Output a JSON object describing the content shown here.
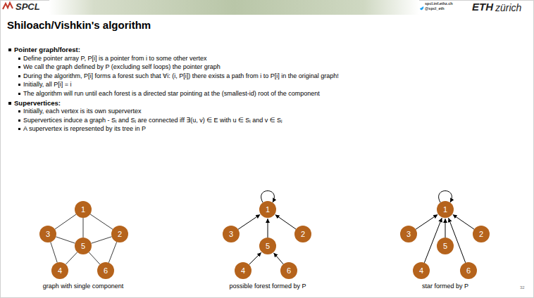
{
  "diagram": {
    "title": "Shiloach/Vishkin's algorithm",
    "nodes": [
      {
        "text": [
          "1"
        ]
      },
      {
        "text": [
          "3"
        ]
      },
      {
        "text": [
          "2"
        ]
      },
      {
        "text": [
          "5"
        ]
      },
      {
        "text": [
          "4"
        ]
      },
      {
        "text": [
          "6"
        ]
      },
      {
        "text": [
          "1"
        ]
      },
      {
        "text": [
          "3"
        ]
      },
      {
        "text": [
          "2"
        ]
      },
      {
        "text": [
          "5"
        ]
      },
      {
        "text": [
          "4"
        ]
      },
      {
        "text": [
          "6"
        ]
      },
      {
        "text": [
          "1"
        ]
      },
      {
        "text": [
          "3"
        ]
      },
      {
        "text": [
          "2"
        ]
      },
      {
        "text": [
          "5"
        ]
      },
      {
        "text": [
          "4"
        ]
      },
      {
        "text": [
          "6"
        ]
      }
    ],
    "edges": [
      {
        "from": 0,
        "to": 1,
        "arrow": "none"
      },
      {
        "from": 0,
        "to": 2,
        "arrow": "none"
      },
      {
        "from": 0,
        "to": 3,
        "arrow": "none"
      },
      {
        "from": 1,
        "to": 3,
        "arrow": "none"
      },
      {
        "from": 3,
        "to": 2,
        "arrow": "none"
      },
      {
        "from": 1,
        "to": 4,
        "arrow": "none"
      },
      {
        "from": 3,
        "to": 4,
        "arrow": "none"
      },
      {
        "from": 3,
        "to": 5,
        "arrow": "none"
      },
      {
        "from": 2,
        "to": 5,
        "arrow": "none"
      },
      {
        "from": 7,
        "to": 6,
        "arrow": "to"
      },
      {
        "from": 8,
        "to": 6,
        "arrow": "to"
      },
      {
        "from": 9,
        "to": 6,
        "arrow": "to"
      },
      {
        "from": 10,
        "to": 9,
        "arrow": "to"
      },
      {
        "from": 11,
        "to": 9,
        "arrow": "to"
      },
      {
        "from": 13,
        "to": 12,
        "arrow": "to"
      },
      {
        "from": 14,
        "to": 12,
        "arrow": "to"
      },
      {
        "from": 15,
        "to": 12,
        "arrow": "to"
      },
      {
        "from": 16,
        "to": 12,
        "arrow": "to"
      },
      {
        "from": 17,
        "to": 12,
        "arrow": "to"
      }
    ],
    "labels": [
      "SPCL",
      "spcl.inf.ethz.ch",
      "@spcl_eth",
      "ETH",
      "zürich",
      "Pointer graph/forest:",
      "Define pointer array P, P[i] is a pointer from i to some other vertex",
      "We call the graph defined by P (excluding self loops) the pointer graph",
      "During the algorithm, P[i] forms a forest such that ∀i: (i, P[i]) there exists a path from i to P[i] in the original graph!",
      "Initially, all P[i] = i",
      "The algorithm will run until each forest is a directed star pointing at the (smallest-id) root of the component",
      "Supervertices:",
      "Initially, each vertex is its own supervertex",
      "Supervertices induce a graph - Sᵢ and Sⱼ are connected iff ∃(u, v) ∈ E with u ∈ Sᵢ and v ∈ Sⱼ",
      "A supervertex is represented by its tree in P",
      "graph with single component",
      "possible forest formed by P",
      "star formed by P",
      "32"
    ]
  }
}
